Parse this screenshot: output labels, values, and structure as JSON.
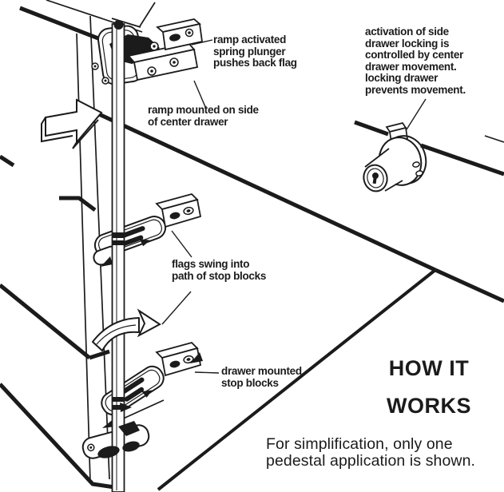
{
  "document": {
    "heading": "HOW IT\nWORKS",
    "footnote": "For simplification, only one\npedestal application is shown."
  },
  "callouts": {
    "ramp_plunger": "ramp activated\nspring plunger\npushes back flag",
    "ramp_mounted": "ramp mounted on side\nof center drawer",
    "activation": "activation of side\ndrawer locking is\ncontrolled by center\ndrawer movement.\nlocking drawer\nprevents movement.",
    "flags_swing": "flags swing into\npath of stop blocks",
    "drawer_stop": "drawer mounted\nstop blocks"
  },
  "illustration_parts": [
    "cabinet-outline",
    "push-arrow",
    "lock-rod",
    "top-latch-mechanism",
    "ramp-bar",
    "stop-block-top",
    "middle-flag-assembly",
    "stop-block-middle",
    "rotation-arrow",
    "lower-flag-assembly",
    "stop-block-bottom",
    "rod-foot-bracket",
    "lock-cylinder"
  ],
  "colors": {
    "ink": "#1b1b1b",
    "background": "#ffffff"
  }
}
